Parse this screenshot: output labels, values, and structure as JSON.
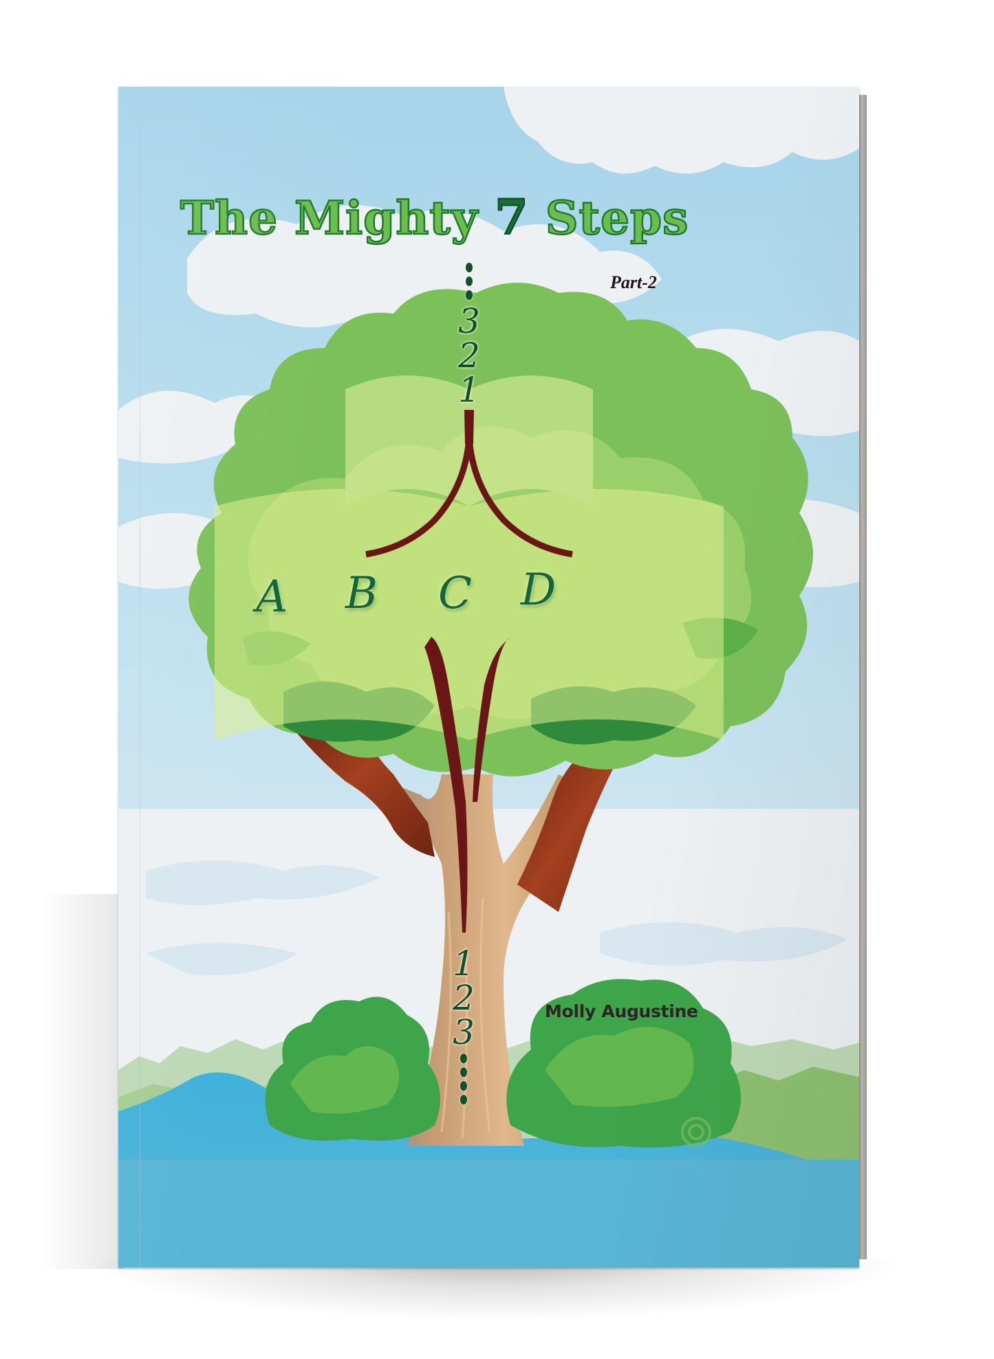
{
  "book": {
    "title_prefix": "The Mighty ",
    "title_number": "7",
    "title_suffix": " Steps",
    "subtitle": "Part-2",
    "author": "Molly Augustine",
    "branches": {
      "top_numbers": [
        "3",
        "2",
        "1"
      ],
      "letters": [
        "A",
        "B",
        "C",
        "D"
      ],
      "trunk_numbers": [
        "1",
        "2",
        "3"
      ]
    }
  },
  "colors": {
    "sky": "#a9d6ec",
    "cloud": "#eef1f3",
    "title_fill": "#6cbd4f",
    "title_outline": "#1f7a2c",
    "seven": "#1a6e35",
    "letters": "#17633a",
    "branch_lines": "#6b1616",
    "trunk": "#c9a07a",
    "water": "#5bb6d6",
    "spine": "#a39e99"
  }
}
